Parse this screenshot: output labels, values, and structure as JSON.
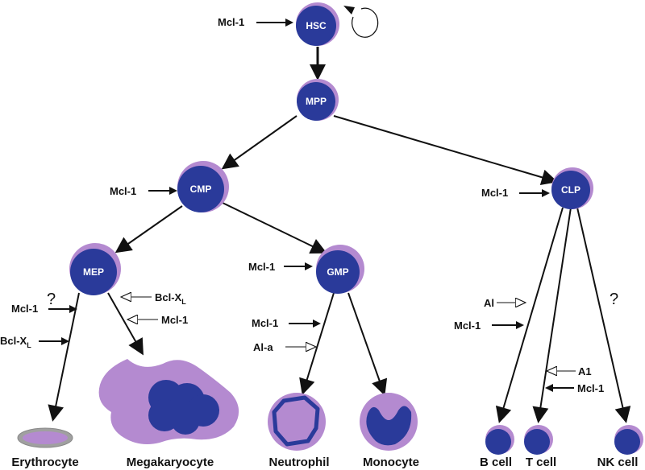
{
  "colors": {
    "cell_fill": "#2a3a9a",
    "cell_halo": "#b48ad0",
    "arrow": "#111111",
    "background": "#ffffff"
  },
  "cells": {
    "hsc": "HSC",
    "mpp": "MPP",
    "cmp": "CMP",
    "clp": "CLP",
    "mep": "MEP",
    "gmp": "GMP"
  },
  "regulators": {
    "hsc_mcl1": "Mcl-1",
    "cmp_mcl1": "Mcl-1",
    "clp_mcl1": "Mcl-1",
    "gmp_mcl1": "Mcl-1",
    "ery_mcl1": "Mcl-1",
    "ery_bclxl": "Bcl-X",
    "ery_bclxl_sub": "L",
    "mega_bclxl": "Bcl-X",
    "mega_bclxl_sub": "L",
    "mega_mcl1": "Mcl-1",
    "neut_mcl1": "Mcl-1",
    "neut_ala": "Al-a",
    "b_al": "Al",
    "b_mcl1": "Mcl-1",
    "t_a1": "A1",
    "t_mcl1": "Mcl-1"
  },
  "unknown_marks": {
    "erythrocyte": "?",
    "nk": "?"
  },
  "mature": {
    "erythrocyte": "Erythrocyte",
    "megakaryocyte": "Megakaryocyte",
    "neutrophil": "Neutrophil",
    "monocyte": "Monocyte",
    "b_cell": "B cell",
    "t_cell": "T cell",
    "nk_cell": "NK cell"
  }
}
